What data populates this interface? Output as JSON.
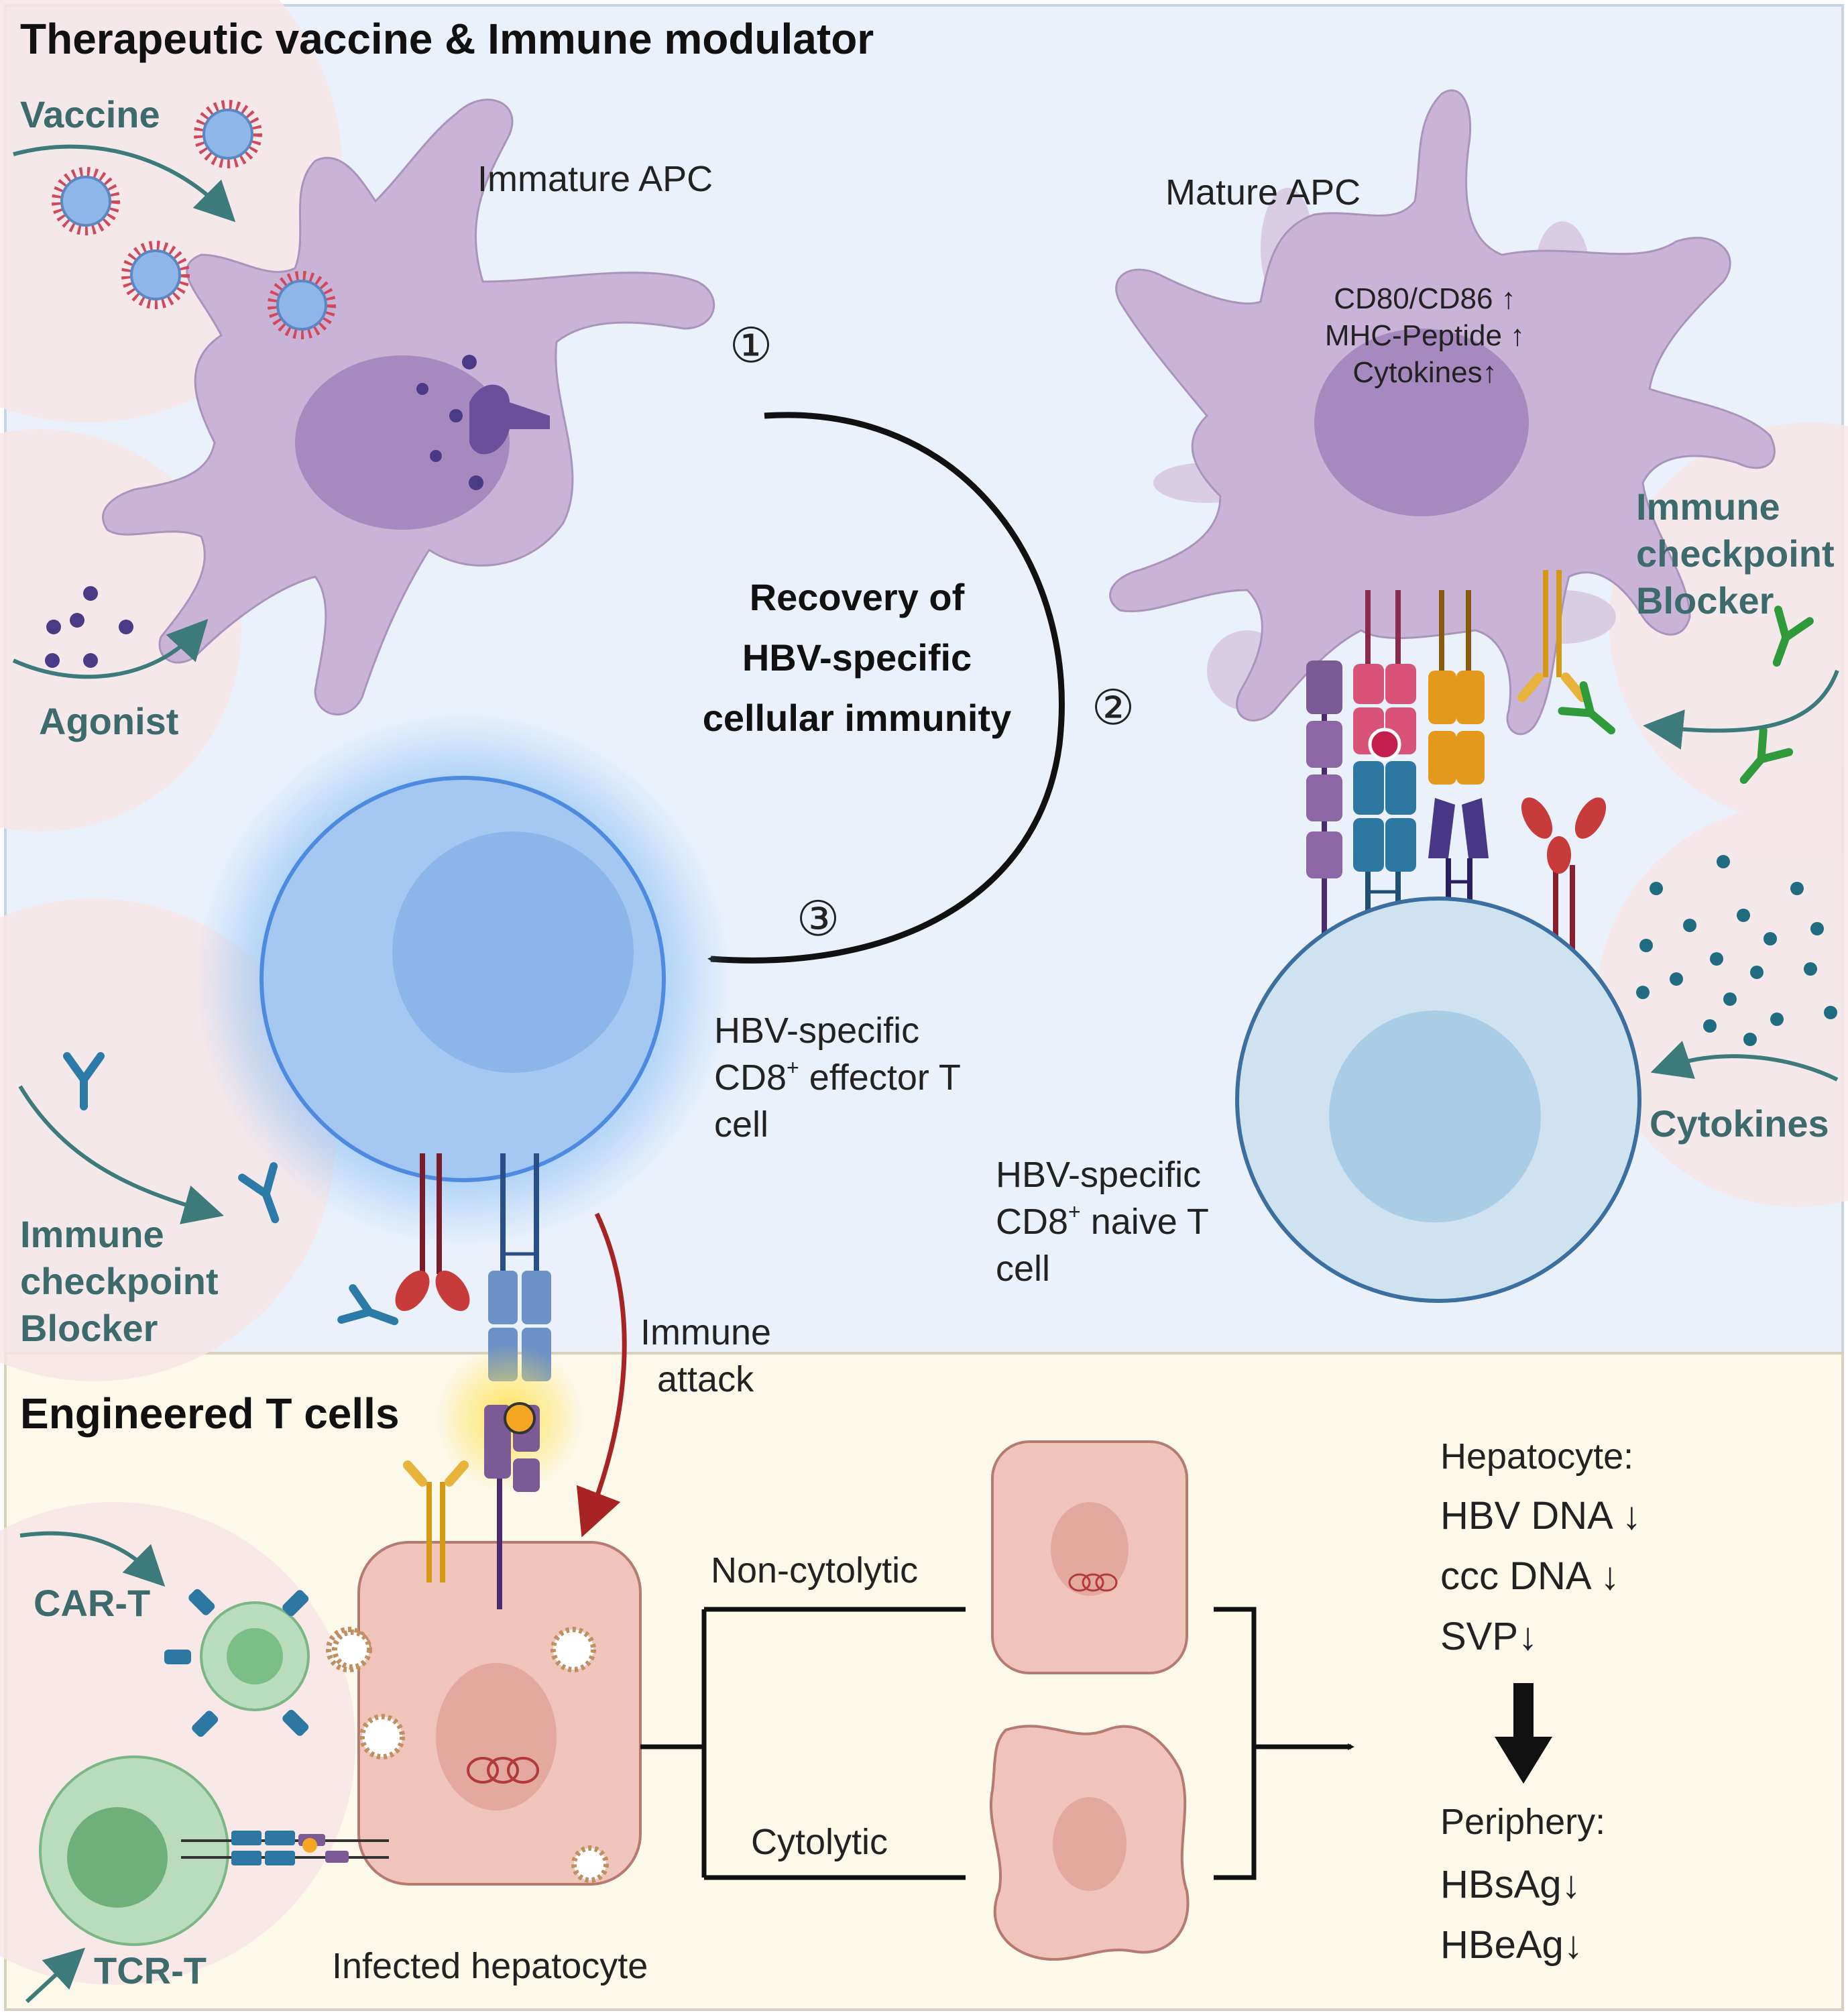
{
  "panels": {
    "top_title": "Therapeutic vaccine & Immune modulator",
    "bottom_title": "Engineered T cells"
  },
  "interventions": {
    "vaccine": "Vaccine",
    "agonist": "Agonist",
    "checkpoint_left": [
      "Immune",
      "checkpoint",
      "Blocker"
    ],
    "checkpoint_right": [
      "Immune",
      "checkpoint",
      "Blocker"
    ],
    "cytokines": "Cytokines",
    "car_t": "CAR-T",
    "tcr_t": "TCR-T"
  },
  "cells": {
    "immature_apc": "Immature APC",
    "mature_apc": "Mature APC",
    "mature_apc_markers": [
      "CD80/CD86 ↑",
      "MHC-Peptide ↑",
      "Cytokines↑"
    ],
    "effector_t": [
      "HBV-specific",
      "CD8",
      "+",
      " effector T",
      "cell"
    ],
    "naive_t": [
      "HBV-specific",
      "CD8",
      "+",
      " naive T",
      "cell"
    ],
    "infected_hepatocyte": "Infected hepatocyte"
  },
  "cycle": {
    "step1": "①",
    "step2": "②",
    "step3": "③",
    "center": [
      "Recovery of",
      "HBV-specific",
      "cellular immunity"
    ]
  },
  "attack": [
    "Immune",
    "attack"
  ],
  "outcomes": {
    "non_cytolytic": "Non-cytolytic",
    "cytolytic": "Cytolytic",
    "hepatocyte_label": "Hepatocyte:",
    "hepatocyte_items": [
      "HBV DNA ↓",
      "ccc DNA ↓",
      "SVP↓"
    ],
    "periphery_label": "Periphery:",
    "periphery_items": [
      "HBsAg↓",
      "HBeAg↓"
    ]
  },
  "colors": {
    "top_bg": "#eaf1fb",
    "bottom_bg": "#fcf8ea",
    "apc": "#c9b3d6",
    "apc_nucleus": "#a689bf",
    "effector_glow": "#7ab8f5",
    "hepatocyte": "#f0c4bb",
    "teal_label": "#3d6b6b",
    "attack_arrow": "#a82424"
  }
}
